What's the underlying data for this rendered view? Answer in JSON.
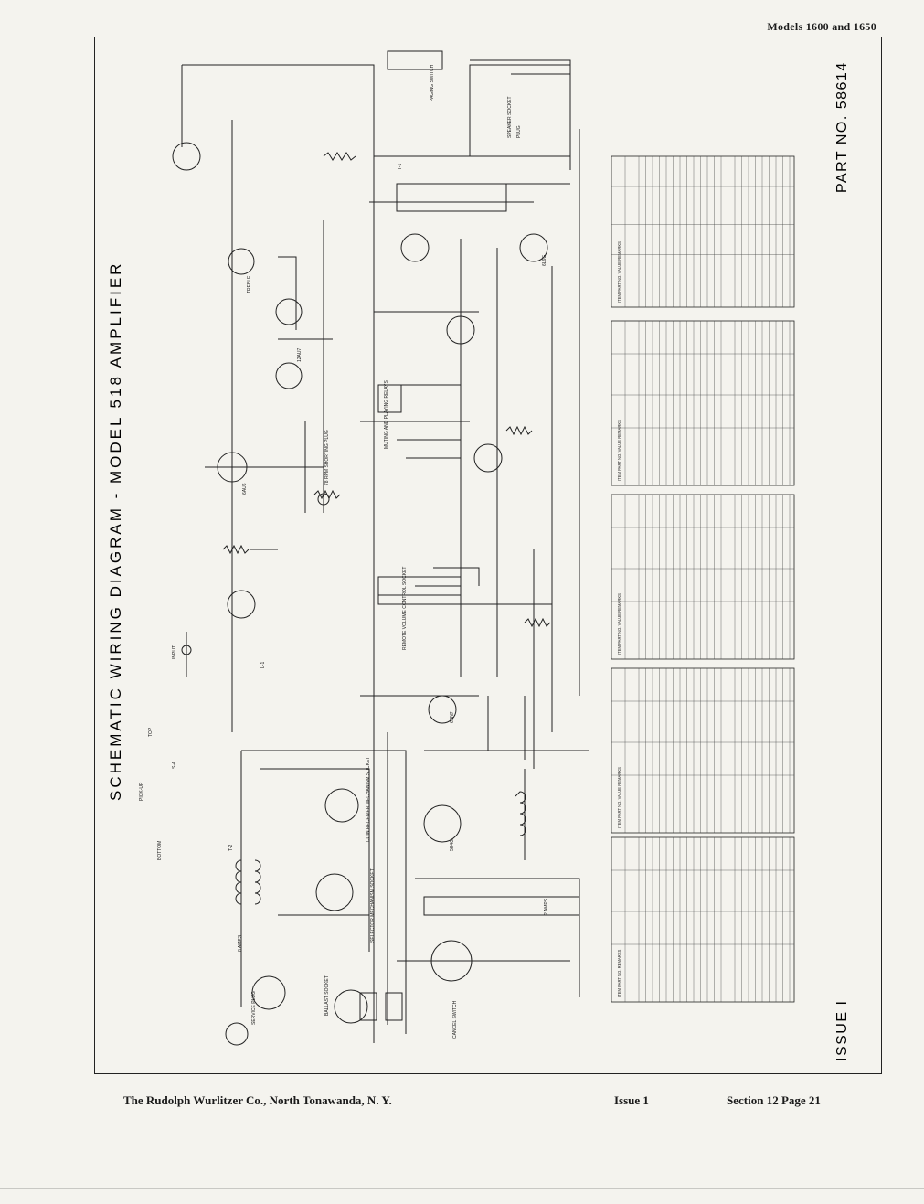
{
  "header": {
    "models": "Models 1600 and 1650"
  },
  "diagram": {
    "title": "SCHEMATIC WIRING DIAGRAM - MODEL 518 AMPLIFIER",
    "part_number": "PART NO. 58614",
    "issue_label": "ISSUE I",
    "labels": {
      "input": "INPUT",
      "pickup": "PICK-UP",
      "top": "TOP",
      "bottom": "BOTTOM",
      "s4": "S-4",
      "treble": "TREBLE",
      "speaker_socket": "SPEAKER SOCKET",
      "plug": "PLUG",
      "paging_switch": "PAGING SWITCH",
      "service_plug": "SERVICE PLUG",
      "ballast_socket": "BALLAST SOCKET",
      "cancel_switch": "CANCEL SWITCH",
      "selector_socket": "SELECTOR MECHANISM SOCKET",
      "coin_socket": "COIN RECEIVER MECHANISM SOCKET",
      "volume_socket": "REMOTE VOLUME CONTROL SOCKET",
      "muting": "MUTING AND PLAYING RELAYS",
      "shorting_plug": "78 RPM SHORTING PLUG",
      "fuse_8a": "8 AMPS",
      "fuse_2a": "2 AMPS",
      "rect": "5U4G",
      "tube_12au7": "12AU7",
      "tube_6au6": "6AU6",
      "tube_6sn7": "6SN7",
      "tube_6l6": "6L6G",
      "trans_t2": "T-2",
      "trans_t1": "T-1",
      "choke": "L-1"
    },
    "tables": [
      {
        "header": "ITEM  PART NO.  VALUE  REMARKS"
      },
      {
        "header": "ITEM  PART NO.  VALUE  REMARKS"
      },
      {
        "header": "ITEM  PART NO.  VALUE  REMARKS"
      },
      {
        "header": "ITEM  PART NO.  VALUE  REMARKS"
      },
      {
        "header": "ITEM  PART NO.  REMARKS"
      }
    ]
  },
  "footer": {
    "company": "The Rudolph Wurlitzer Co., North Tonawanda, N. Y.",
    "issue": "Issue 1",
    "section_page": "Section 12  Page 21"
  }
}
